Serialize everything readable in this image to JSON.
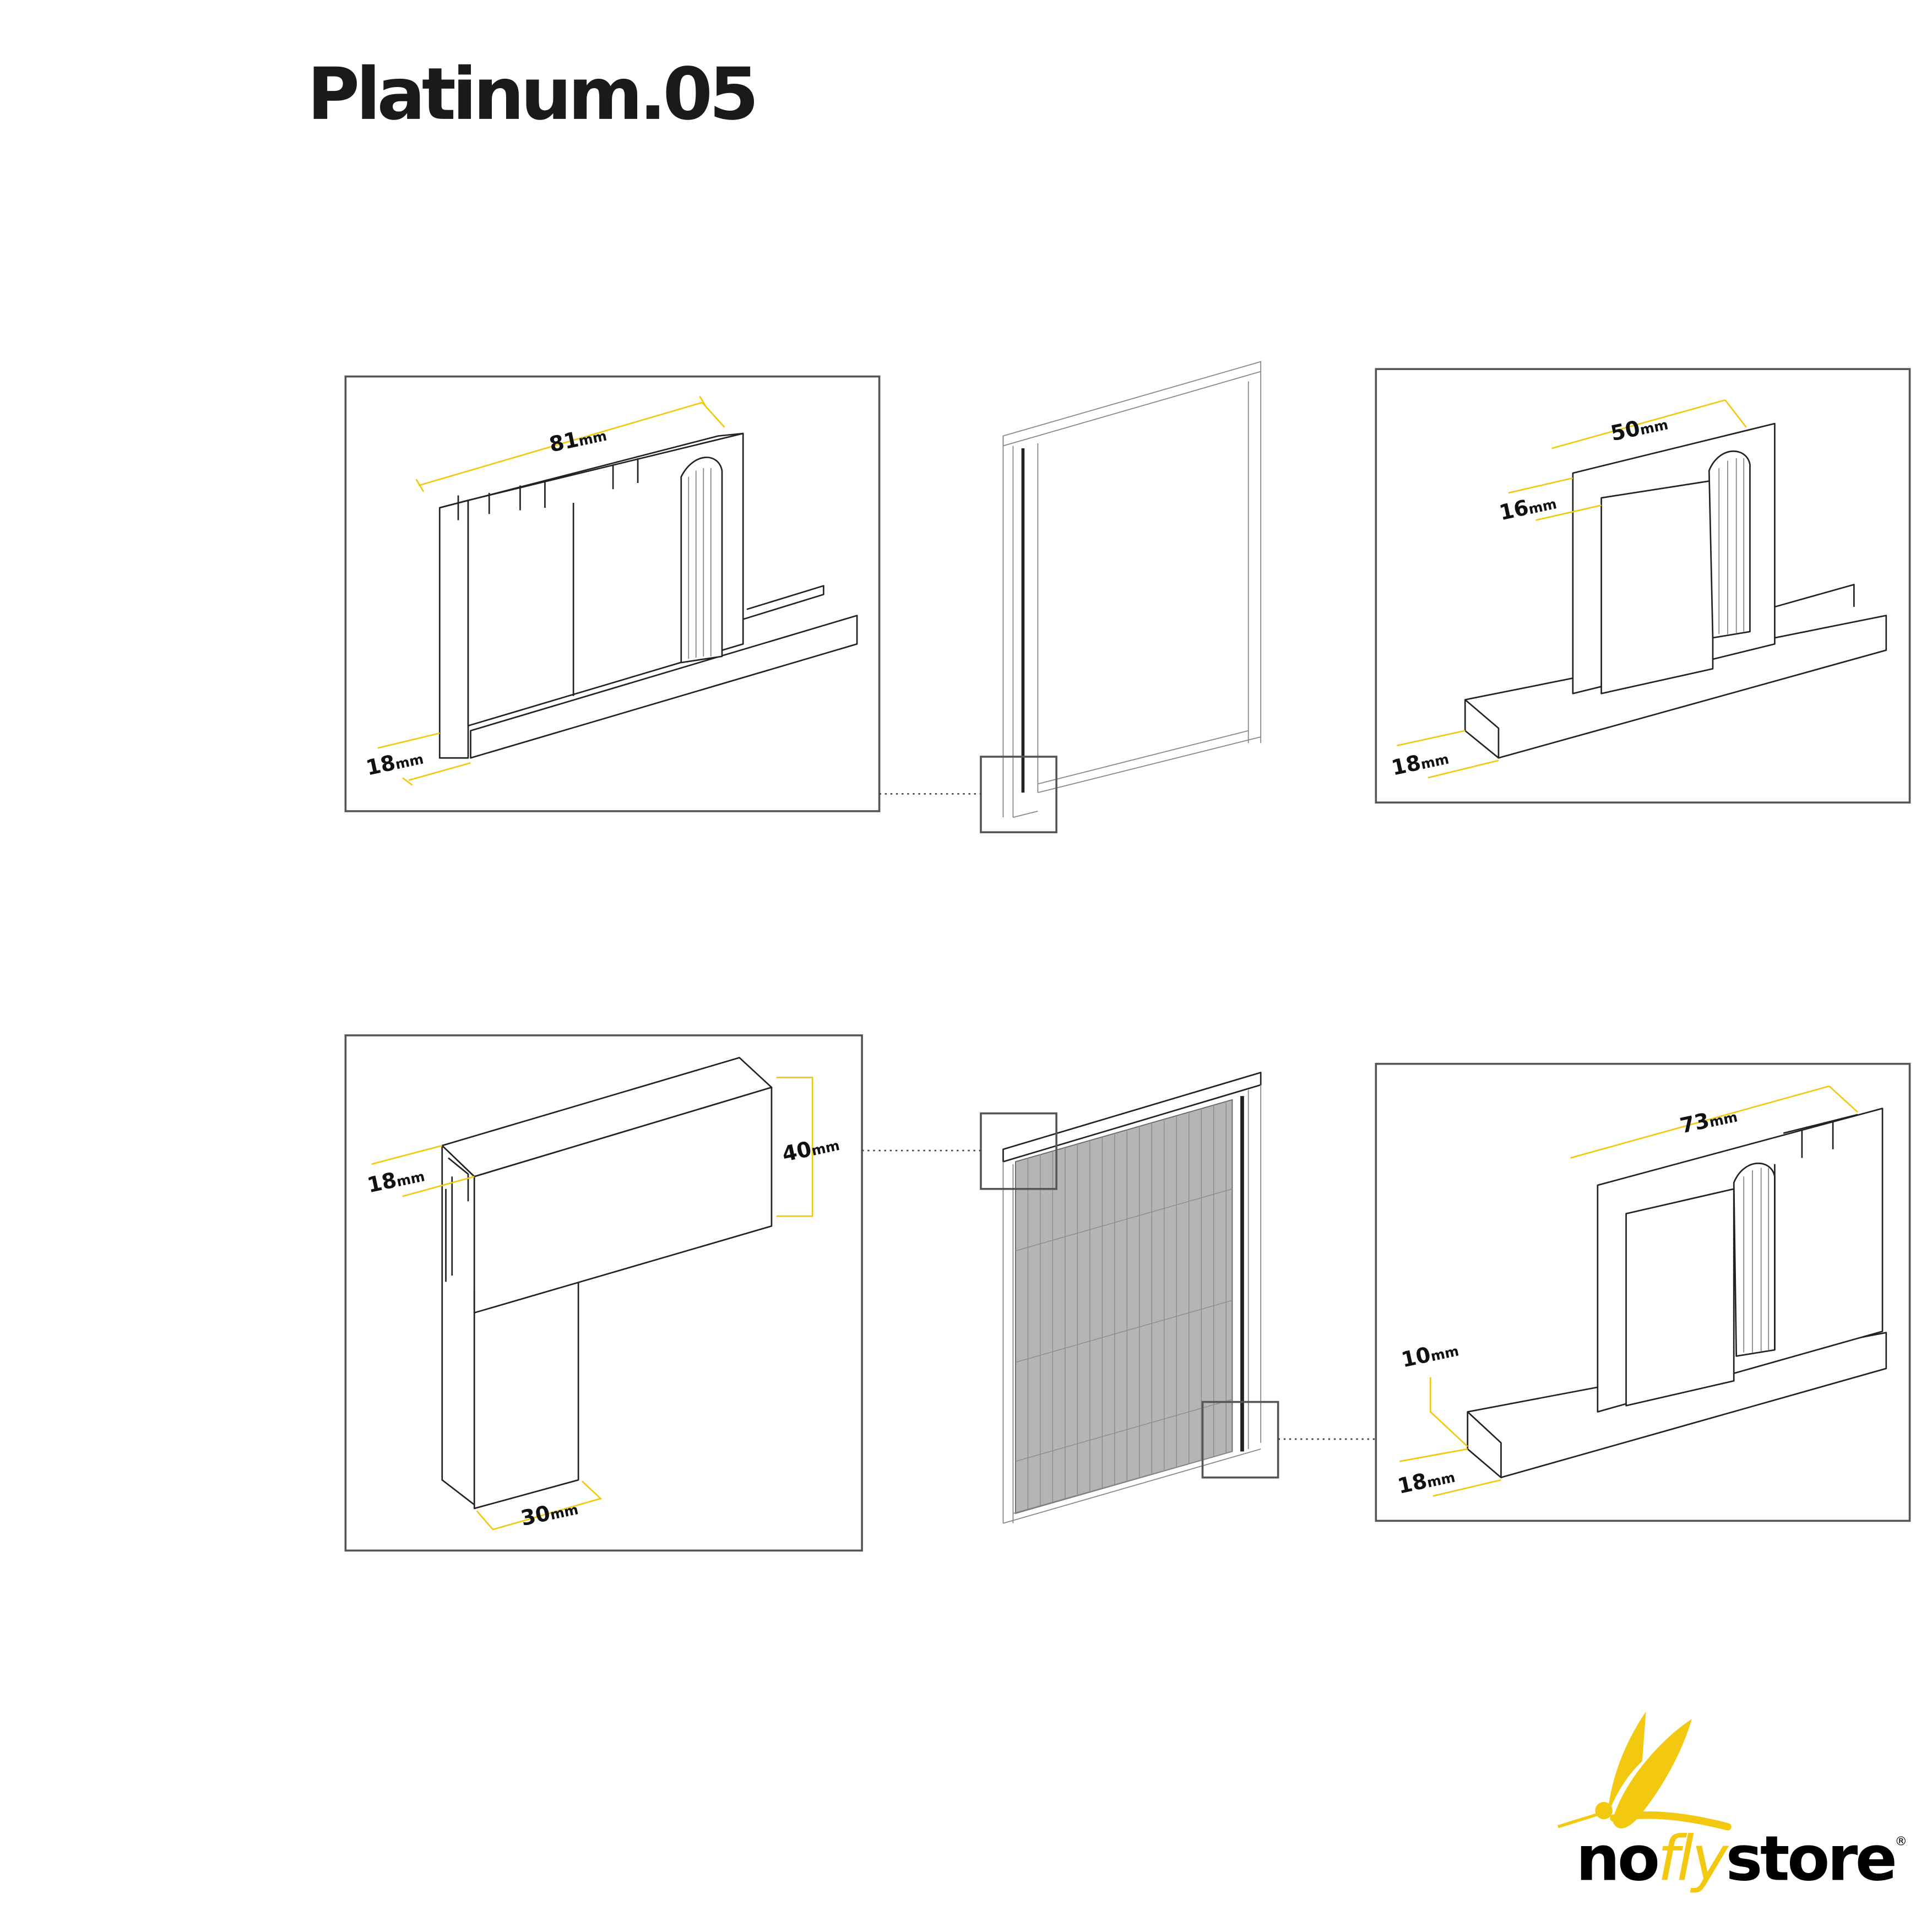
{
  "title": "Platinum.05",
  "colors": {
    "accent": "#f2c811",
    "line": "#222222",
    "box": "#555555"
  },
  "details": {
    "top_left": {
      "width": "81",
      "depth": "18",
      "unit": "mm"
    },
    "top_right": {
      "width": "50",
      "inner": "16",
      "depth": "18",
      "unit": "mm"
    },
    "bottom_left": {
      "depth": "18",
      "height": "40",
      "width": "30",
      "unit": "mm"
    },
    "bottom_right": {
      "width": "73",
      "height": "10",
      "depth": "18",
      "unit": "mm"
    }
  },
  "logo": {
    "text_left": "no",
    "text_accent": "fly",
    "text_right": "store",
    "registered": "®"
  }
}
